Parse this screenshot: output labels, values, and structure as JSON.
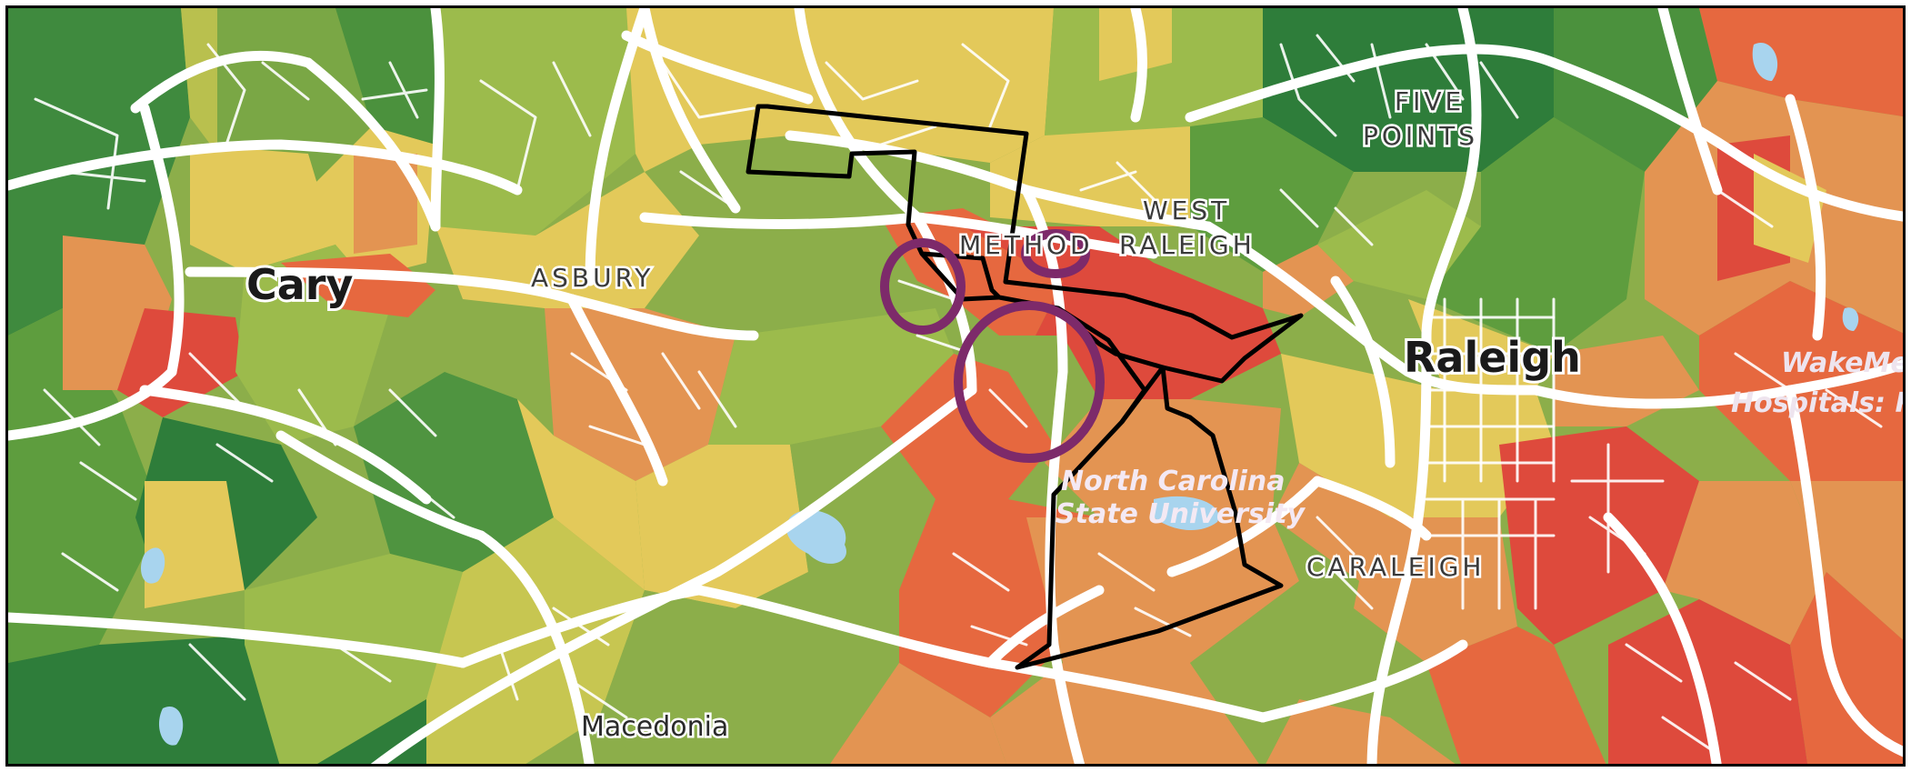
{
  "map": {
    "labels": {
      "cary": "Cary",
      "asbury": "ASBURY",
      "method": "METHOD",
      "west_raleigh_line1": "WEST",
      "west_raleigh_line2": "RALEIGH",
      "five_points_line1": "FIVE",
      "five_points_line2": "POINTS",
      "raleigh": "Raleigh",
      "ncsu_line1": "North Carolina",
      "ncsu_line2": "State University",
      "caraleigh": "CARALEIGH",
      "macedonia": "Macedonia",
      "wakemed_line1": "WakeMed",
      "wakemed_line2": "Hospitals: Ra"
    },
    "colors": {
      "dark_green": "#2e7d3a",
      "green": "#5e9d3e",
      "light_green": "#9cbb4c",
      "yellow_green": "#c7c651",
      "yellow": "#e3c95a",
      "orange": "#e39452",
      "red_orange": "#e6683f",
      "red": "#de4a3c",
      "water": "#a8d4ee",
      "roads": "#ffffff",
      "outline": "#000000",
      "circle_marker": "#7d2a6a"
    },
    "icons": {
      "highlight_marker": "circle-marker-icon"
    }
  }
}
